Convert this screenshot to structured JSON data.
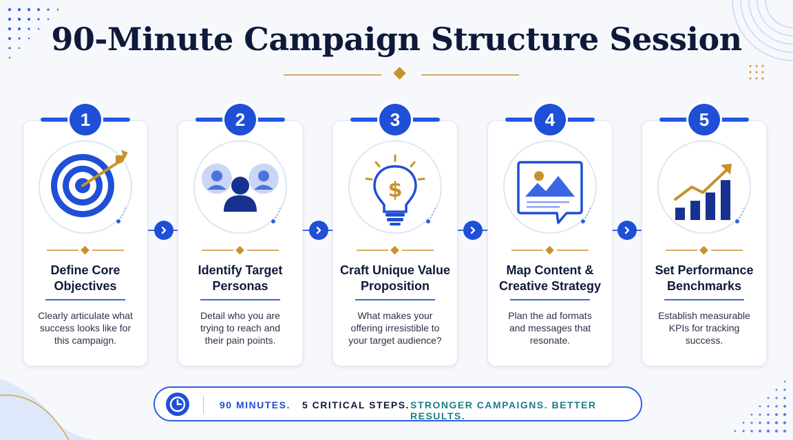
{
  "title": "90-Minute Campaign Structure Session",
  "colors": {
    "primary": "#1f4fd6",
    "accent_gold": "#c8922a",
    "teal": "#1a7d8a",
    "dark_text": "#0f1a3a"
  },
  "steps": [
    {
      "number": "1",
      "icon": "target-arrow-icon",
      "title_lines": [
        "Define Core",
        "Objectives"
      ],
      "desc_lines": [
        "Clearly articulate what",
        "success looks like for",
        "this campaign."
      ]
    },
    {
      "number": "2",
      "icon": "team-people-icon",
      "title_lines": [
        "Identify Target",
        "Personas"
      ],
      "desc_lines": [
        "Detail who you are",
        "trying to reach and",
        "their pain points."
      ]
    },
    {
      "number": "3",
      "icon": "lightbulb-dollar-icon",
      "title_lines": [
        "Craft Unique Value",
        "Proposition"
      ],
      "desc_lines": [
        "What makes your",
        "offering irresistible to",
        "your target audience?"
      ]
    },
    {
      "number": "4",
      "icon": "image-message-icon",
      "title_lines": [
        "Map Content &",
        "Creative Strategy"
      ],
      "desc_lines": [
        "Plan the ad formats",
        "and messages that",
        "resonate."
      ]
    },
    {
      "number": "5",
      "icon": "growth-chart-icon",
      "title_lines": [
        "Set Performance",
        "Benchmarks"
      ],
      "desc_lines": [
        "Establish measurable",
        "KPIs for tracking",
        "success."
      ]
    }
  ],
  "footer": {
    "icon": "clock-icon",
    "part1": "90 MINUTES.",
    "part2": "5 CRITICAL STEPS.",
    "part3": "STRONGER CAMPAIGNS. BETTER RESULTS."
  }
}
